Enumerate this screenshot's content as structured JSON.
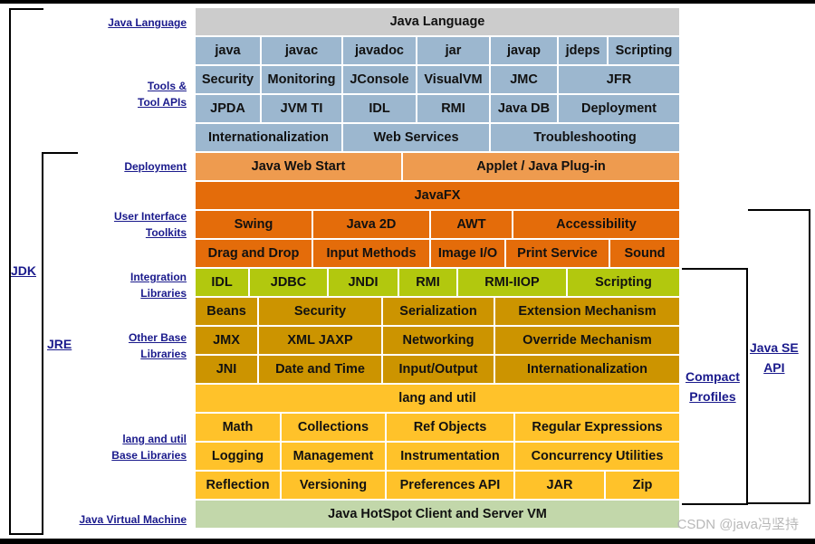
{
  "colors": {
    "gray": "#cccccc",
    "blue": "#9cb7cf",
    "light_orange": "#ee9b4f",
    "orange": "#e46c0a",
    "green": "#b2c80e",
    "dark_gold": "#cc9400",
    "yellow": "#ffc22a",
    "sage": "#c2d7aa",
    "label_text": "#1a1a8c",
    "watermark": "#b8b8b8"
  },
  "side_labels": {
    "java_language": "Java Language",
    "tools_1": "Tools &",
    "tools_2": "Tool APIs",
    "deployment": "Deployment",
    "ui_1": "User Interface",
    "ui_2": "Toolkits",
    "integration_1": "Integration",
    "integration_2": "Libraries",
    "other_1": "Other Base",
    "other_2": "Libraries",
    "lang_1": "lang and util",
    "lang_2": "Base Libraries",
    "jvm": "Java Virtual Machine"
  },
  "brackets": {
    "jdk": "JDK",
    "jre": "JRE",
    "compact_1": "Compact",
    "compact_2": "Profiles",
    "javase_1": "Java SE",
    "javase_2": "API"
  },
  "rows": [
    {
      "color": "gray",
      "cells": [
        {
          "text": "Java Language",
          "w": 1
        }
      ]
    },
    {
      "color": "blue",
      "cells": [
        {
          "text": "java",
          "w": 73
        },
        {
          "text": "javac",
          "w": 90
        },
        {
          "text": "javadoc",
          "w": 82
        },
        {
          "text": "jar",
          "w": 81
        },
        {
          "text": "javap",
          "w": 75
        },
        {
          "text": "jdeps",
          "w": 55
        },
        {
          "text": "Scripting",
          "w": 80
        }
      ]
    },
    {
      "color": "blue",
      "cells": [
        {
          "text": "Security",
          "w": 73
        },
        {
          "text": "Monitoring",
          "w": 90
        },
        {
          "text": "JConsole",
          "w": 82
        },
        {
          "text": "VisualVM",
          "w": 81
        },
        {
          "text": "JMC",
          "w": 75
        },
        {
          "text": "JFR",
          "w": 135
        }
      ]
    },
    {
      "color": "blue",
      "cells": [
        {
          "text": "JPDA",
          "w": 73
        },
        {
          "text": "JVM TI",
          "w": 90
        },
        {
          "text": "IDL",
          "w": 82
        },
        {
          "text": "RMI",
          "w": 81
        },
        {
          "text": "Java DB",
          "w": 75
        },
        {
          "text": "Deployment",
          "w": 135
        }
      ]
    },
    {
      "color": "blue",
      "cells": [
        {
          "text": "Internationalization",
          "w": 163
        },
        {
          "text": "Web Services",
          "w": 163
        },
        {
          "text": "Troubleshooting",
          "w": 210
        }
      ]
    },
    {
      "color": "light_orange",
      "cells": [
        {
          "text": "Java Web Start",
          "w": 229
        },
        {
          "text": "Applet / Java Plug-in",
          "w": 307
        }
      ]
    },
    {
      "color": "orange",
      "cells": [
        {
          "text": "JavaFX",
          "w": 1
        }
      ]
    },
    {
      "color": "orange",
      "cells": [
        {
          "text": "Swing",
          "w": 130
        },
        {
          "text": "Java 2D",
          "w": 130
        },
        {
          "text": "AWT",
          "w": 91
        },
        {
          "text": "Accessibility",
          "w": 185
        }
      ]
    },
    {
      "color": "orange",
      "cells": [
        {
          "text": "Drag and Drop",
          "w": 130
        },
        {
          "text": "Input Methods",
          "w": 130
        },
        {
          "text": "Image I/O",
          "w": 83
        },
        {
          "text": "Print Service",
          "w": 115
        },
        {
          "text": "Sound",
          "w": 78
        }
      ]
    },
    {
      "color": "green",
      "cells": [
        {
          "text": "IDL",
          "w": 60
        },
        {
          "text": "JDBC",
          "w": 87
        },
        {
          "text": "JNDI",
          "w": 78
        },
        {
          "text": "RMI",
          "w": 65
        },
        {
          "text": "RMI-IIOP",
          "w": 121
        },
        {
          "text": "Scripting",
          "w": 125
        }
      ]
    },
    {
      "color": "dark_gold",
      "cells": [
        {
          "text": "Beans",
          "w": 70
        },
        {
          "text": "Security",
          "w": 137
        },
        {
          "text": "Serialization",
          "w": 124
        },
        {
          "text": "Extension Mechanism",
          "w": 205
        }
      ]
    },
    {
      "color": "dark_gold",
      "cells": [
        {
          "text": "JMX",
          "w": 70
        },
        {
          "text": "XML JAXP",
          "w": 137
        },
        {
          "text": "Networking",
          "w": 124
        },
        {
          "text": "Override Mechanism",
          "w": 205
        }
      ]
    },
    {
      "color": "dark_gold",
      "cells": [
        {
          "text": "JNI",
          "w": 70
        },
        {
          "text": "Date and Time",
          "w": 137
        },
        {
          "text": "Input/Output",
          "w": 124
        },
        {
          "text": "Internationalization",
          "w": 205
        }
      ]
    },
    {
      "color": "yellow",
      "cells": [
        {
          "text": "lang and util",
          "w": 1
        }
      ]
    },
    {
      "color": "yellow",
      "cells": [
        {
          "text": "Math",
          "w": 95
        },
        {
          "text": "Collections",
          "w": 116
        },
        {
          "text": "Ref Objects",
          "w": 142
        },
        {
          "text": "Regular Expressions",
          "w": 183
        }
      ]
    },
    {
      "color": "yellow",
      "cells": [
        {
          "text": "Logging",
          "w": 95
        },
        {
          "text": "Management",
          "w": 116
        },
        {
          "text": "Instrumentation",
          "w": 142
        },
        {
          "text": "Concurrency Utilities",
          "w": 183
        }
      ]
    },
    {
      "color": "yellow",
      "cells": [
        {
          "text": "Reflection",
          "w": 95
        },
        {
          "text": "Versioning",
          "w": 116
        },
        {
          "text": "Preferences API",
          "w": 142
        },
        {
          "text": "JAR",
          "w": 100
        },
        {
          "text": "Zip",
          "w": 83
        }
      ]
    },
    {
      "color": "sage",
      "cells": [
        {
          "text": "Java HotSpot Client and Server VM",
          "w": 1
        }
      ]
    }
  ],
  "watermark": "CSDN @java冯坚持"
}
